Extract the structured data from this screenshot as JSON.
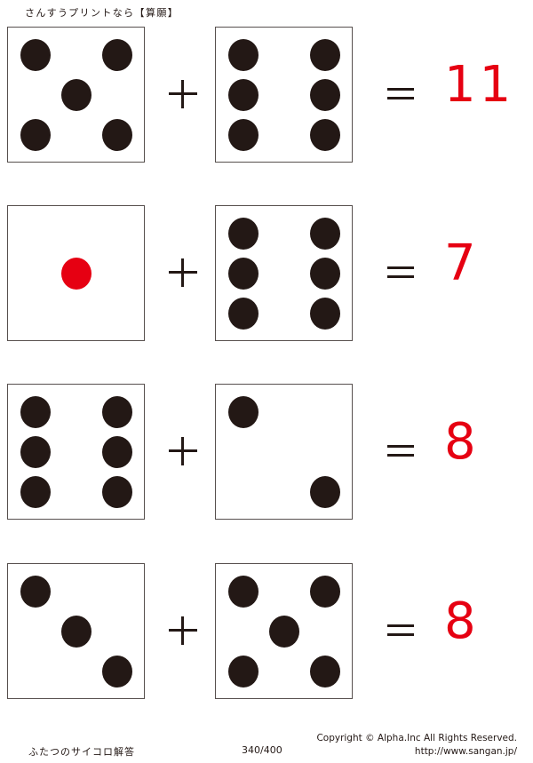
{
  "header": {
    "title": "さんすうプリントなら【算願】"
  },
  "colors": {
    "pip": "#231815",
    "pip_red": "#e60012",
    "answer": "#e60012",
    "die_border": "#57504e",
    "text": "#231815",
    "background": "#ffffff"
  },
  "operators": {
    "plus": "+",
    "equals": "="
  },
  "problems": [
    {
      "index": 1,
      "left_die": {
        "value": 5,
        "pips": [
          "tl",
          "tr",
          "mc",
          "bl",
          "br"
        ],
        "red_pip": false
      },
      "right_die": {
        "value": 6,
        "pips": [
          "tl",
          "tr",
          "ml",
          "mr",
          "bl",
          "br"
        ],
        "red_pip": false
      },
      "answer": "11"
    },
    {
      "index": 2,
      "left_die": {
        "value": 1,
        "pips": [
          "mc"
        ],
        "red_pip": true
      },
      "right_die": {
        "value": 6,
        "pips": [
          "tl",
          "tr",
          "ml",
          "mr",
          "bl",
          "br"
        ],
        "red_pip": false
      },
      "answer": "7"
    },
    {
      "index": 3,
      "left_die": {
        "value": 6,
        "pips": [
          "tl",
          "tr",
          "ml",
          "mr",
          "bl",
          "br"
        ],
        "red_pip": false
      },
      "right_die": {
        "value": 2,
        "pips": [
          "tl",
          "br"
        ],
        "red_pip": false
      },
      "answer": "8"
    },
    {
      "index": 4,
      "left_die": {
        "value": 3,
        "pips": [
          "tl",
          "mc",
          "br"
        ],
        "red_pip": false
      },
      "right_die": {
        "value": 5,
        "pips": [
          "tl",
          "tr",
          "mc",
          "bl",
          "br"
        ],
        "red_pip": false
      },
      "answer": "8"
    }
  ],
  "footer": {
    "label": "ふたつのサイコロ解答",
    "page": "340/400",
    "copyright": "Copyright ©  Alpha.Inc All Rights Reserved.",
    "url": "http://www.sangan.jp/"
  }
}
